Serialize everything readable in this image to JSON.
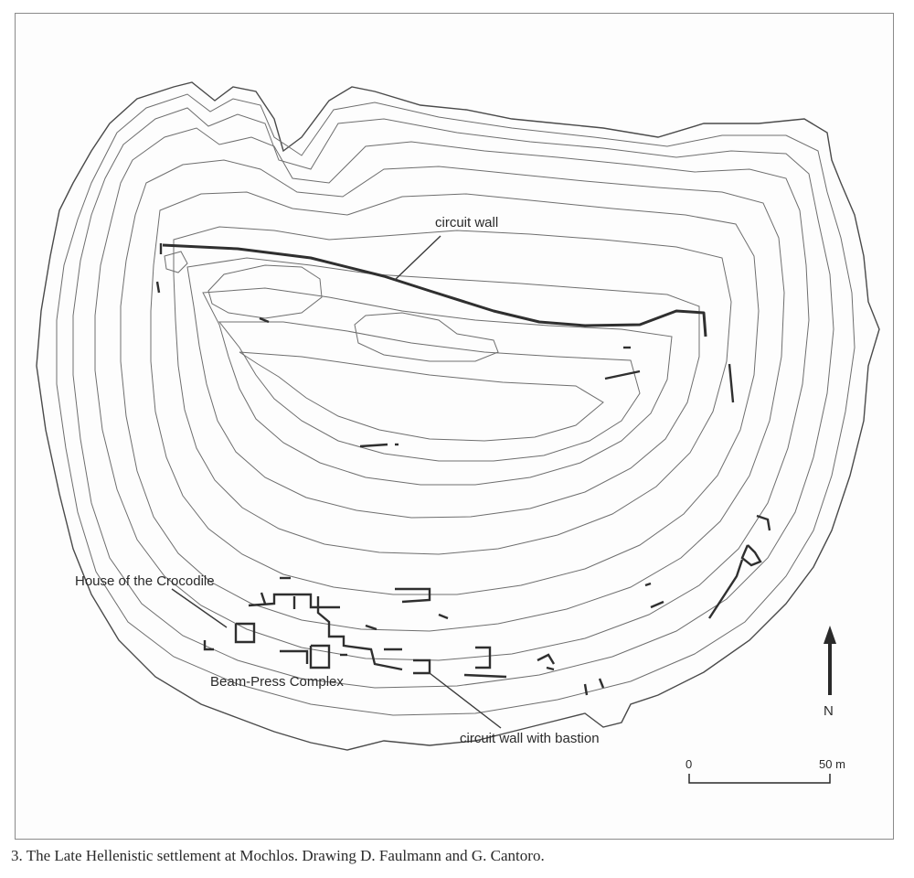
{
  "map": {
    "labels": {
      "circuit_wall": "circuit wall",
      "house_of_crocodile": "House of the Crocodile",
      "beam_press_complex": "Beam-Press Complex",
      "circuit_wall_bastion": "circuit wall with bastion"
    },
    "north_arrow": {
      "label": "N"
    },
    "scale_bar": {
      "start_label": "0",
      "end_label": "50 m"
    }
  },
  "caption": "3. The Late Hellenistic settlement at Mochlos. Drawing D. Faulmann and G. Cantoro."
}
